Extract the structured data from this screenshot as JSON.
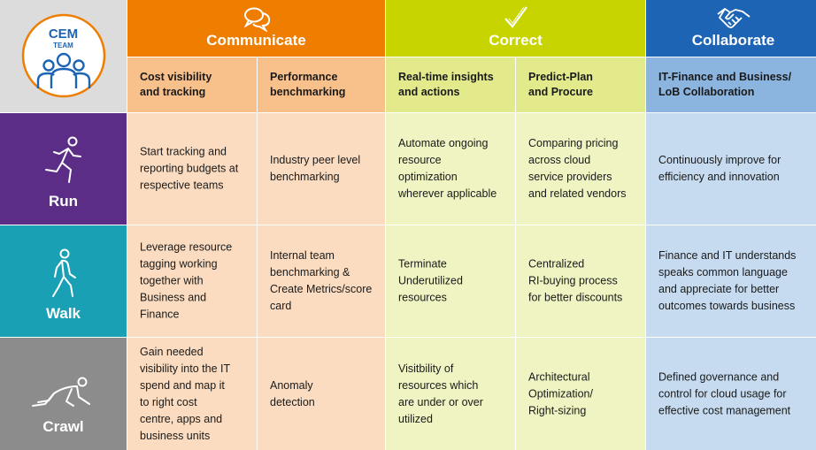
{
  "logo": {
    "title": "CEM",
    "subtitle": "TEAM"
  },
  "colors": {
    "communicate": "#ee7d00",
    "correct": "#c8d400",
    "collaborate": "#1e64b4",
    "run": "#5b2d86",
    "walk": "#1aa0b5",
    "crawl": "#8c8c8c"
  },
  "headers": [
    {
      "label": "Communicate",
      "icon": "speech-bubbles-icon"
    },
    {
      "label": "Correct",
      "icon": "checkmark-icon"
    },
    {
      "label": "Collaborate",
      "icon": "handshake-icon"
    }
  ],
  "subheaders": [
    "Cost visibility\nand tracking",
    "Performance\nbenchmarking",
    "Real-time insights\nand actions",
    "Predict-Plan\nand Procure",
    "IT-Finance and Business/\nLoB Collaboration"
  ],
  "rows": [
    {
      "stage": "Run",
      "icon": "running-person-icon",
      "cells": [
        "Start tracking and\nreporting budgets at\nrespective teams",
        "Industry peer level\nbenchmarking",
        "Automate ongoing\nresource\noptimization\nwherever applicable",
        "Comparing pricing\nacross cloud\nservice providers\nand related vendors",
        "Continuously improve for\nefficiency and innovation"
      ]
    },
    {
      "stage": "Walk",
      "icon": "walking-person-icon",
      "cells": [
        "Leverage resource\ntagging working\ntogether with\nBusiness and\nFinance",
        "Internal team\nbenchmarking &\nCreate Metrics/score\ncard",
        "Terminate\nUnderutilized\nresources",
        "Centralized\nRI-buying process\nfor better discounts",
        "Finance and IT understands\nspeaks common language\nand appreciate for better\noutcomes towards business"
      ]
    },
    {
      "stage": "Crawl",
      "icon": "crawling-person-icon",
      "cells": [
        "Gain needed\nvisibility into the IT\nspend and map it\nto right cost\ncentre, apps and\nbusiness units",
        "Anomaly\ndetection",
        "Visitbility of\nresources which\nare under or over\nutilized",
        "Architectural\nOptimization/\nRight-sizing",
        "Defined governance and\ncontrol for cloud usage for\neffective cost management"
      ]
    }
  ]
}
